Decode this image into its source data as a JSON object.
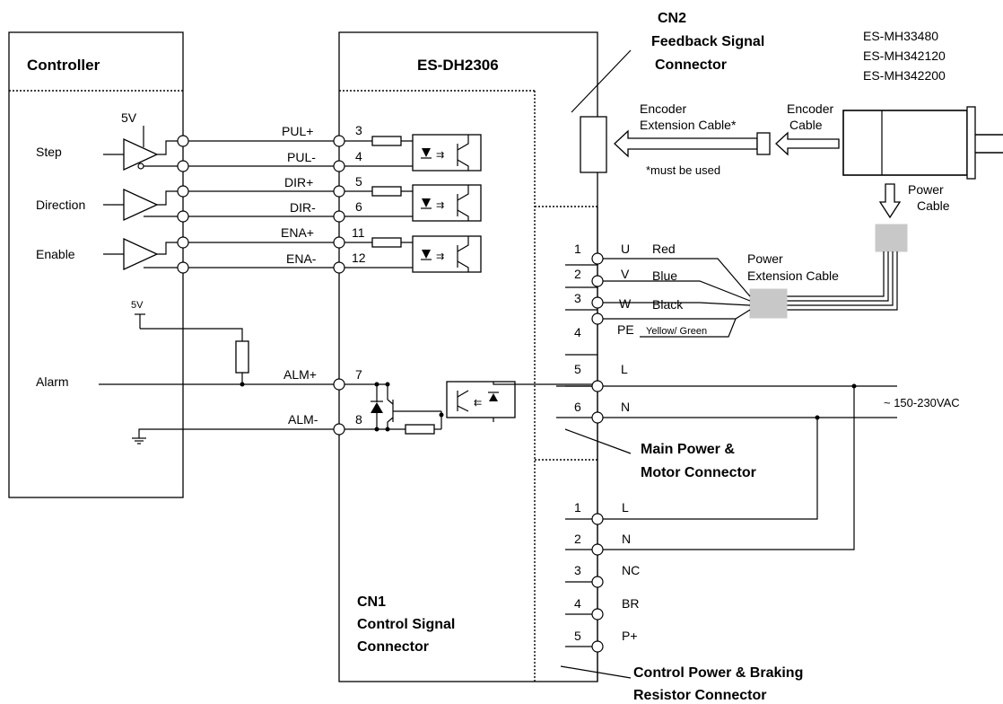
{
  "controller": {
    "title": "Controller",
    "supply_5v": "5V",
    "step": "Step",
    "direction": "Direction",
    "enable": "Enable",
    "pull_up_5v": "5V",
    "alarm": "Alarm"
  },
  "drive": {
    "title": "ES-DH2306",
    "signals": [
      {
        "label": "PUL+",
        "pin": "3"
      },
      {
        "label": "PUL-",
        "pin": "4"
      },
      {
        "label": "DIR+",
        "pin": "5"
      },
      {
        "label": "DIR-",
        "pin": "6"
      },
      {
        "label": "ENA+",
        "pin": "11"
      },
      {
        "label": "ENA-",
        "pin": "12"
      },
      {
        "label": "ALM+",
        "pin": "7"
      },
      {
        "label": "ALM-",
        "pin": "8"
      }
    ],
    "cn1": {
      "line1": "CN1",
      "line2": "Control Signal",
      "line3": "Connector"
    }
  },
  "cn2": {
    "line1": "CN2",
    "line2": "Feedback Signal",
    "line3": "Connector"
  },
  "motor": {
    "models": [
      "ES-MH33480",
      "ES-MH342120",
      "ES-MH342200"
    ]
  },
  "cables": {
    "encoder_ext_1": "Encoder",
    "encoder_ext_2": "Extension Cable*",
    "must_be_used": "*must be used",
    "encoder_1": "Encoder",
    "encoder_2": "Cable",
    "power_1": "Power",
    "power_2": "Cable",
    "power_ext_1": "Power",
    "power_ext_2": "Extension Cable"
  },
  "main_power": {
    "terminals": [
      {
        "num": "1",
        "sig": "U",
        "desc": "Red"
      },
      {
        "num": "2",
        "sig": "V",
        "desc": "Blue"
      },
      {
        "num": "3",
        "sig": "W",
        "desc": "Black"
      },
      {
        "num": "4",
        "sig": "PE",
        "desc": "Yellow/ Green"
      },
      {
        "num": "5",
        "sig": "L",
        "desc": ""
      },
      {
        "num": "6",
        "sig": "N",
        "desc": ""
      }
    ],
    "label1": "Main Power &",
    "label2": "Motor Connector"
  },
  "ac_supply": "~ 150-230VAC",
  "control_power": {
    "terminals": [
      {
        "num": "1",
        "sig": "L"
      },
      {
        "num": "2",
        "sig": "N"
      },
      {
        "num": "3",
        "sig": "NC"
      },
      {
        "num": "4",
        "sig": "BR"
      },
      {
        "num": "5",
        "sig": "P+"
      }
    ],
    "label1": "Control Power & Braking",
    "label2": "Resistor Connector"
  },
  "colors": {
    "line": "#000000",
    "connector_fill": "#c8c8c8",
    "background": "#ffffff"
  }
}
